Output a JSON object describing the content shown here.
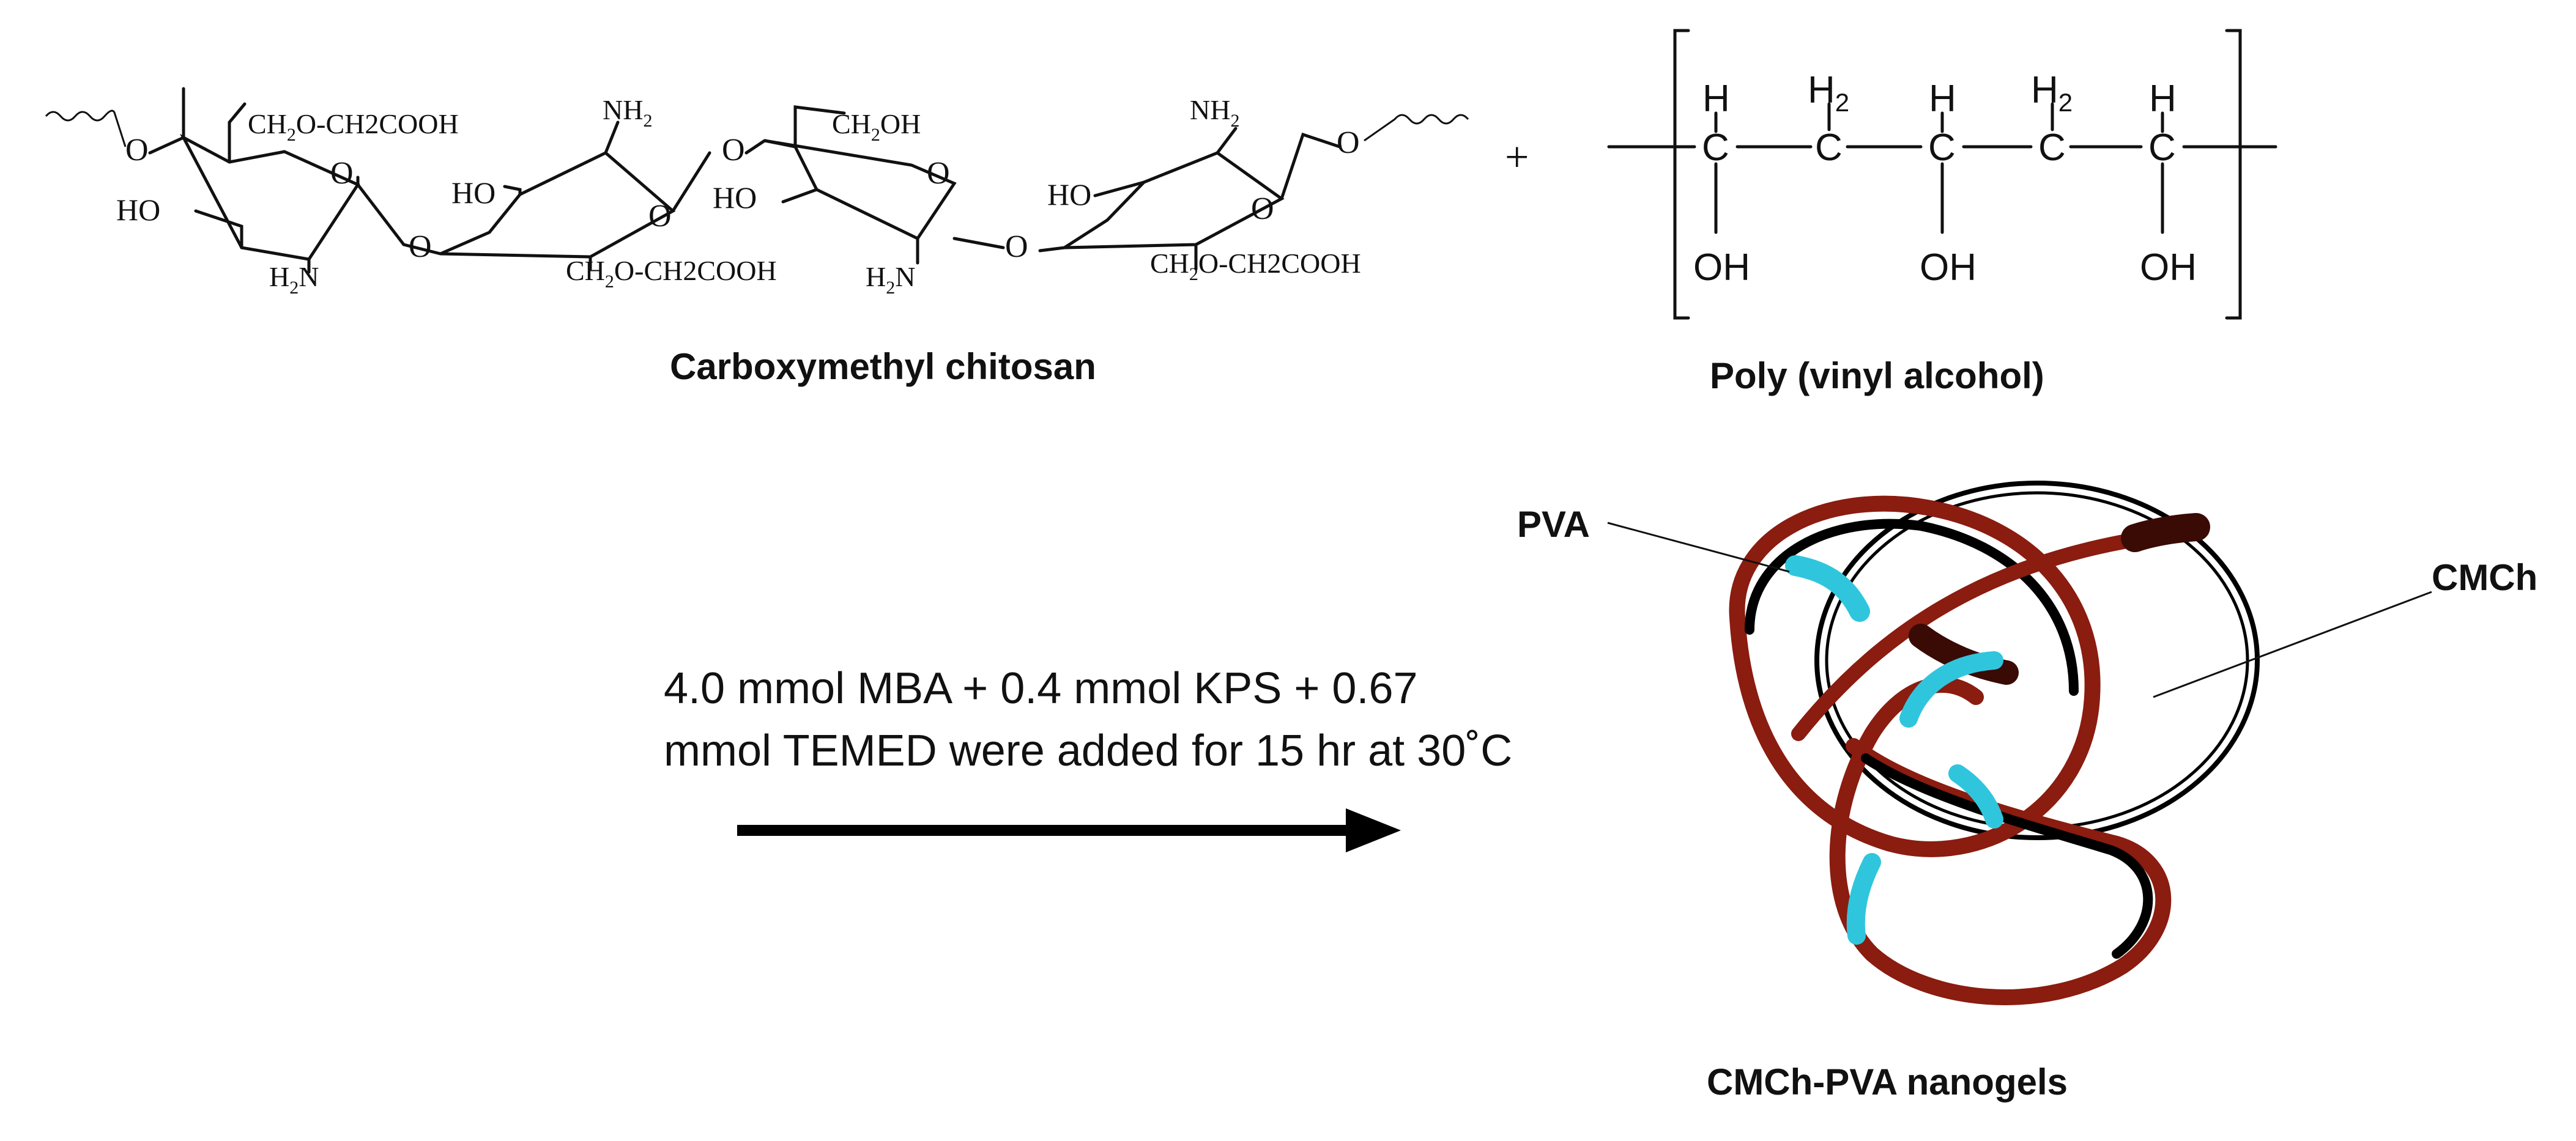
{
  "cmch": {
    "title": "Carboxymethyl chitosan",
    "o_label": "O",
    "ho_label": "HO",
    "nh2_label": "NH",
    "h2n_label": "H",
    "n_label": "N",
    "sub_2": "2",
    "ch2_prefix": "CH",
    "carboxymethyl_suffix": "O-CH2COOH",
    "hydroxymethyl_suffix": "OH"
  },
  "plus_sign": "+",
  "pva": {
    "title": "Poly (vinyl alcohol)",
    "c_label": "C",
    "h_label": "H",
    "h2_label": "H",
    "sub_2": "2",
    "oh_label": "OH"
  },
  "reaction": {
    "line1": "4.0 mmol MBA + 0.4 mmol KPS + 0.67",
    "line2": "mmol TEMED were added for 15 hr at 30˚C"
  },
  "nanogel": {
    "title": "CMCh-PVA nanogels",
    "pva_callout": "PVA",
    "cmch_callout": "CMCh"
  },
  "colors": {
    "cmch_strand": "#8a1c10",
    "cmch_strand_dark": "#3a0a05",
    "pva_segment": "#2fc6dd",
    "text": "#111111"
  }
}
